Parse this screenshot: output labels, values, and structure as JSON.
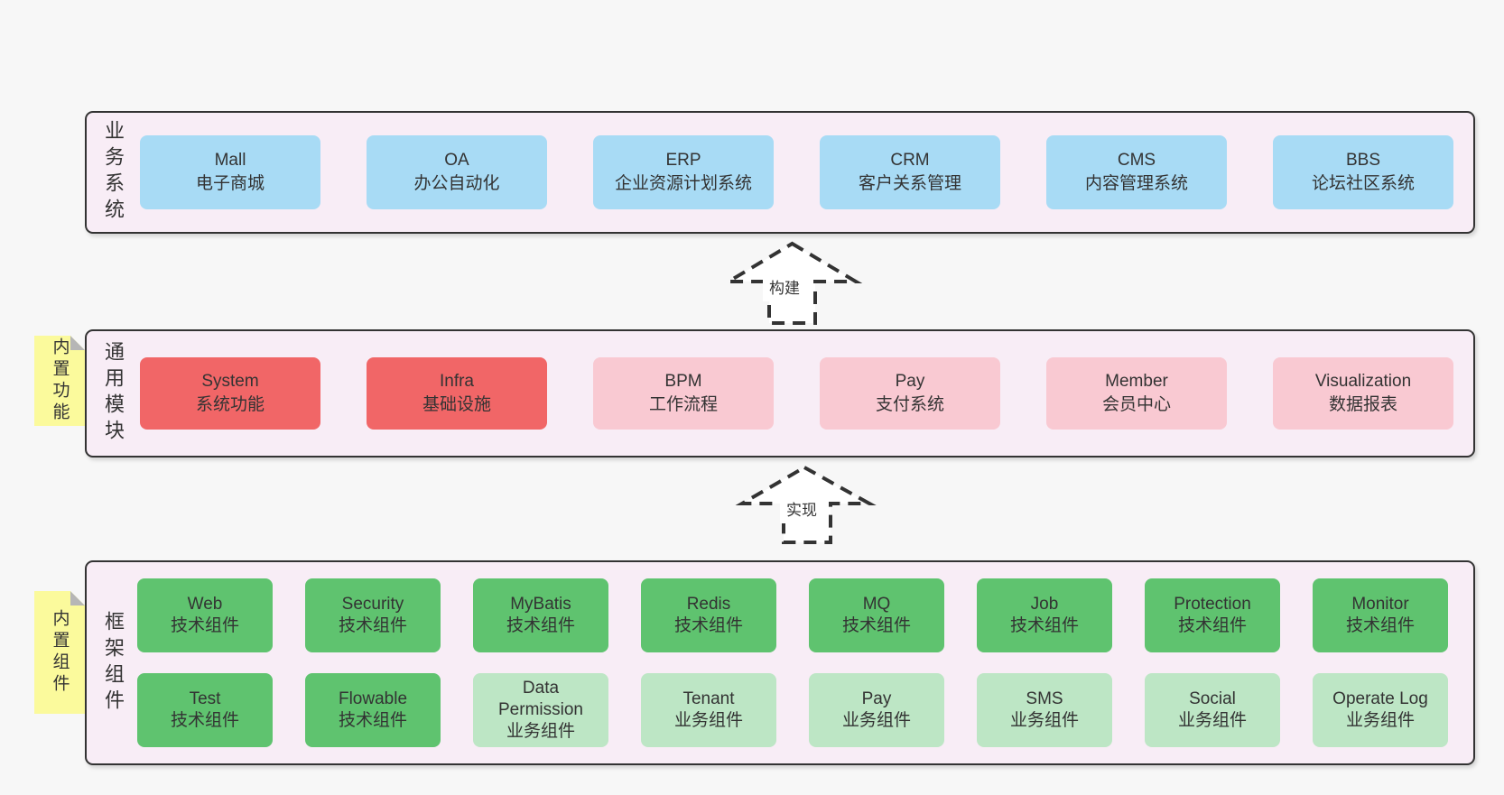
{
  "palette": {
    "page_bg": "#f7f7f7",
    "section_bg": "#f8edf6",
    "border": "#333333",
    "text": "#333333",
    "blue": "#a8dbf5",
    "red": "#f16667",
    "pink": "#f9c9d2",
    "green_dark": "#5fc36f",
    "green_light": "#bde6c5",
    "sticky_yellow": "#fbfa9c",
    "sticky_fold": "#b6b6b6"
  },
  "sections": [
    {
      "id": "business-systems",
      "label": "业务系统",
      "boxes": [
        {
          "name": "Mall",
          "desc": "电子商城",
          "variant": "blue"
        },
        {
          "name": "OA",
          "desc": "办公自动化",
          "variant": "blue"
        },
        {
          "name": "ERP",
          "desc": "企业资源计划系统",
          "variant": "blue"
        },
        {
          "name": "CRM",
          "desc": "客户关系管理",
          "variant": "blue"
        },
        {
          "name": "CMS",
          "desc": "内容管理系统",
          "variant": "blue"
        },
        {
          "name": "BBS",
          "desc": "论坛社区系统",
          "variant": "blue"
        }
      ]
    },
    {
      "id": "common-modules",
      "label": "通用模块",
      "sticky": "内置功能",
      "boxes": [
        {
          "name": "System",
          "desc": "系统功能",
          "variant": "red"
        },
        {
          "name": "Infra",
          "desc": "基础设施",
          "variant": "red"
        },
        {
          "name": "BPM",
          "desc": "工作流程",
          "variant": "pink"
        },
        {
          "name": "Pay",
          "desc": "支付系统",
          "variant": "pink"
        },
        {
          "name": "Member",
          "desc": "会员中心",
          "variant": "pink"
        },
        {
          "name": "Visualization",
          "desc": "数据报表",
          "variant": "pink"
        }
      ]
    },
    {
      "id": "framework-components",
      "label": "框架组件",
      "sticky": "内置组件",
      "rows": [
        [
          {
            "name": "Web",
            "desc": "技术组件",
            "variant": "green_dark"
          },
          {
            "name": "Security",
            "desc": "技术组件",
            "variant": "green_dark"
          },
          {
            "name": "MyBatis",
            "desc": "技术组件",
            "variant": "green_dark"
          },
          {
            "name": "Redis",
            "desc": "技术组件",
            "variant": "green_dark"
          },
          {
            "name": "MQ",
            "desc": "技术组件",
            "variant": "green_dark"
          },
          {
            "name": "Job",
            "desc": "技术组件",
            "variant": "green_dark"
          },
          {
            "name": "Protection",
            "desc": "技术组件",
            "variant": "green_dark"
          },
          {
            "name": "Monitor",
            "desc": "技术组件",
            "variant": "green_dark"
          }
        ],
        [
          {
            "name": "Test",
            "desc": "技术组件",
            "variant": "green_dark"
          },
          {
            "name": "Flowable",
            "desc": "技术组件",
            "variant": "green_dark"
          },
          {
            "name": "Data Permission",
            "desc": "业务组件",
            "variant": "green_light"
          },
          {
            "name": "Tenant",
            "desc": "业务组件",
            "variant": "green_light"
          },
          {
            "name": "Pay",
            "desc": "业务组件",
            "variant": "green_light"
          },
          {
            "name": "SMS",
            "desc": "业务组件",
            "variant": "green_light"
          },
          {
            "name": "Social",
            "desc": "业务组件",
            "variant": "green_light"
          },
          {
            "name": "Operate Log",
            "desc": "业务组件",
            "variant": "green_light"
          }
        ]
      ]
    }
  ],
  "arrows": [
    {
      "label": "构建"
    },
    {
      "label": "实现"
    }
  ]
}
